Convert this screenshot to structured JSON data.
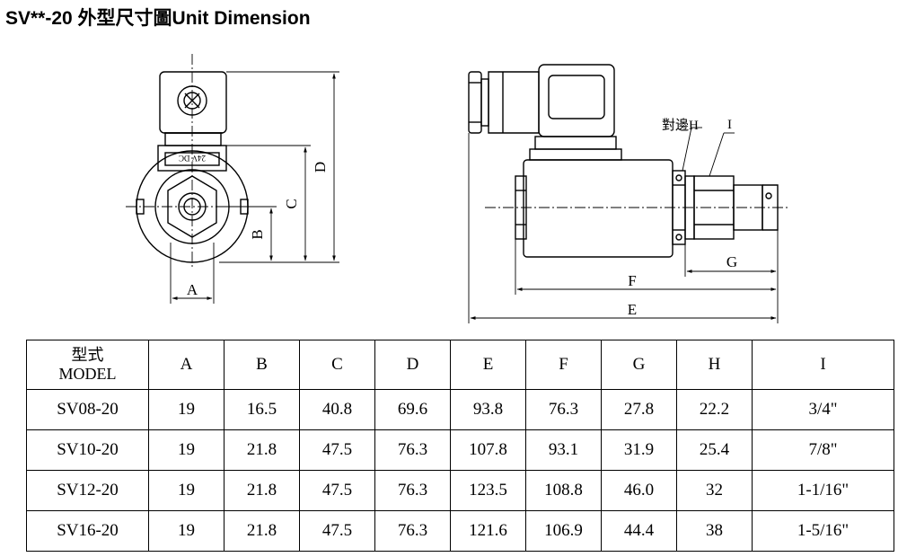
{
  "title": "SV**-20 外型尺寸圖Unit Dimension",
  "drawing_labels": {
    "A": "A",
    "B": "B",
    "C": "C",
    "D": "D",
    "E": "E",
    "F": "F",
    "G": "G",
    "H": "對邊H",
    "I": "I",
    "coil_marking": "24V DC"
  },
  "table": {
    "header_model_line1": "型式",
    "header_model_line2": "MODEL",
    "columns": [
      "A",
      "B",
      "C",
      "D",
      "E",
      "F",
      "G",
      "H",
      "I"
    ],
    "rows": [
      {
        "model": "SV08-20",
        "A": "19",
        "B": "16.5",
        "C": "40.8",
        "D": "69.6",
        "E": "93.8",
        "F": "76.3",
        "G": "27.8",
        "H": "22.2",
        "I": "3/4\""
      },
      {
        "model": "SV10-20",
        "A": "19",
        "B": "21.8",
        "C": "47.5",
        "D": "76.3",
        "E": "107.8",
        "F": "93.1",
        "G": "31.9",
        "H": "25.4",
        "I": "7/8\""
      },
      {
        "model": "SV12-20",
        "A": "19",
        "B": "21.8",
        "C": "47.5",
        "D": "76.3",
        "E": "123.5",
        "F": "108.8",
        "G": "46.0",
        "H": "32",
        "I": "1-1/16\""
      },
      {
        "model": "SV16-20",
        "A": "19",
        "B": "21.8",
        "C": "47.5",
        "D": "76.3",
        "E": "121.6",
        "F": "106.9",
        "G": "44.4",
        "H": "38",
        "I": "1-5/16\""
      }
    ]
  }
}
